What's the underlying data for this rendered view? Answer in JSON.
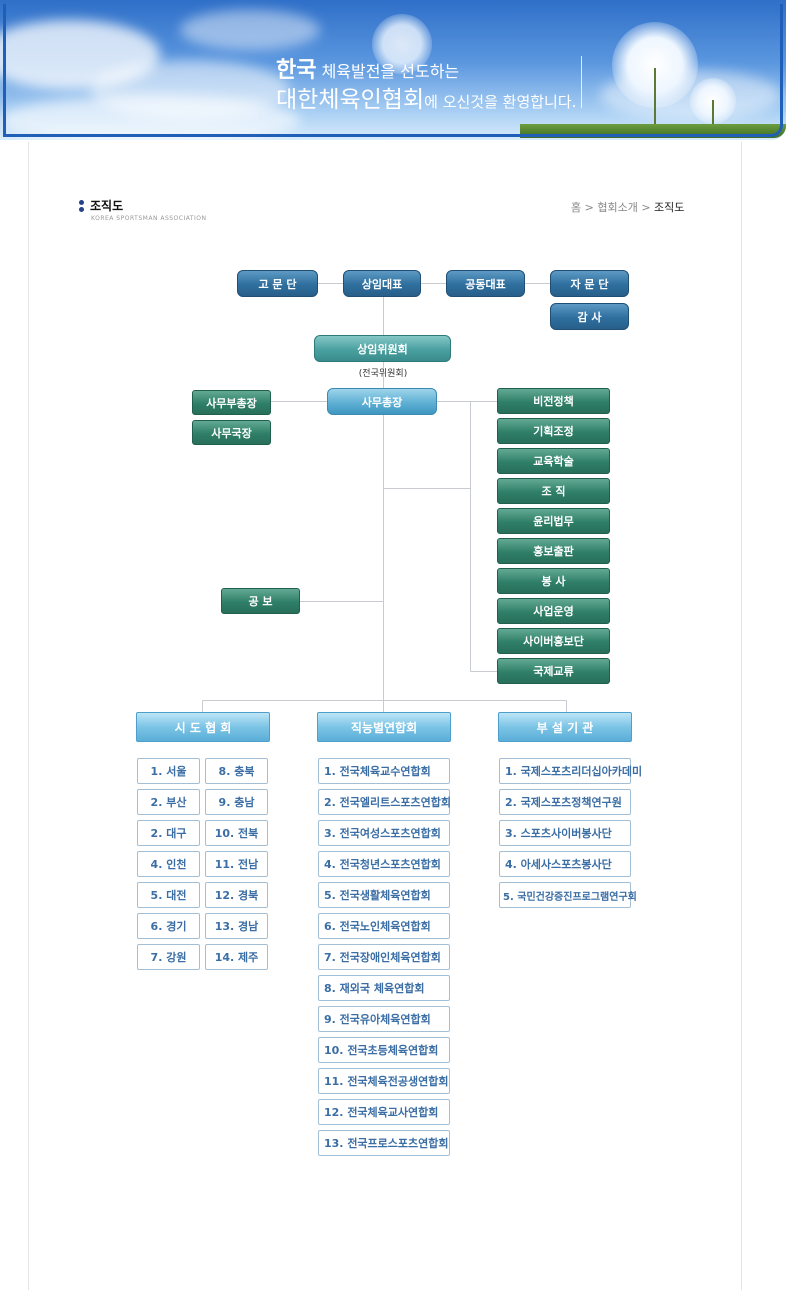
{
  "banner": {
    "line1_big": "한국",
    "line1_rest": "체육발전을 선도하는",
    "line2_big": "대한체육인협회",
    "line2_rest": "에 오신것을 환영합니다."
  },
  "page": {
    "title": "조직도",
    "subtitle": "KOREA SPORTSMAN ASSOCIATION",
    "breadcrumb": {
      "home": "홈",
      "section": "협회소개",
      "current": "조직도",
      "separator": ">"
    }
  },
  "org": {
    "top": [
      "고 문 단",
      "상임대표",
      "공동대표",
      "자 문 단"
    ],
    "audit": "감 사",
    "standing_committee": "상임위원회",
    "standing_committee_note": "(전국위원회)",
    "secretary_general": "사무총장",
    "left_staff": [
      "사무부총장",
      "사무국장"
    ],
    "committees": [
      "비전정책",
      "기획조정",
      "교육학술",
      "조 직",
      "윤리법무",
      "홍보출판",
      "봉 사",
      "사업운영",
      "사이버홍보단",
      "국제교류"
    ],
    "pr": "공 보",
    "groups": [
      {
        "name": "시 도 협 회",
        "col1": [
          "1. 서울",
          "2. 부산",
          "2. 대구",
          "4. 인천",
          "5. 대전",
          "6. 경기",
          "7. 강원"
        ],
        "col2": [
          "8. 충북",
          "9. 충남",
          "10. 전북",
          "11. 전남",
          "12. 경북",
          "13. 경남",
          "14. 제주"
        ]
      },
      {
        "name": "직능별연합회",
        "items": [
          "1. 전국체육교수연합회",
          "2. 전국엘리트스포츠연합회",
          "3. 전국여성스포츠연합회",
          "4. 전국청년스포츠연합회",
          "5. 전국생활체육연합회",
          "6. 전국노인체육연합회",
          "7. 전국장애인체육연합회",
          "8. 재외국 체육연합회",
          "9. 전국유아체육연합회",
          "10. 전국초등체육연합회",
          "11. 전국체육전공생연합회",
          "12. 전국체육교사연합회",
          "13. 전국프로스포츠연합회"
        ]
      },
      {
        "name": "부 설 기 관",
        "items": [
          "1. 국제스포츠리더십아카데미",
          "2. 국제스포츠정책연구원",
          "3. 스포츠사이버봉사단",
          "4. 아세사스포츠봉사단",
          "5. 국민건강증진프로그램연구회"
        ]
      }
    ]
  }
}
